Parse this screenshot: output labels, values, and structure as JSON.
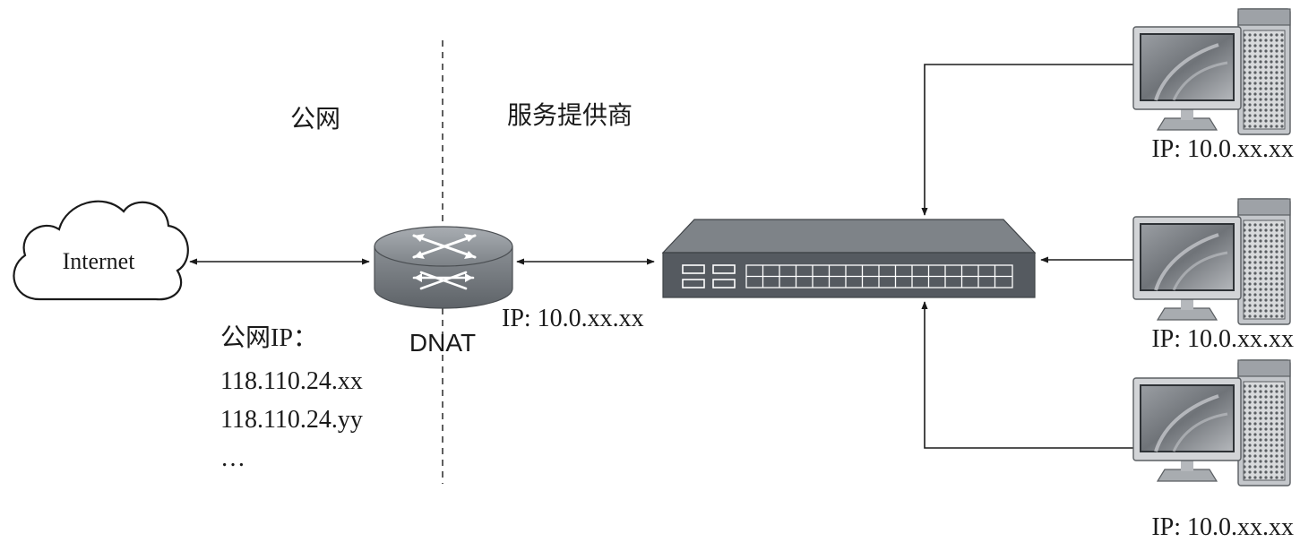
{
  "zones": {
    "public_label": "公网",
    "provider_label": "服务提供商"
  },
  "cloud": {
    "label": "Internet"
  },
  "public_ip": {
    "title": "公网IP：",
    "ips": [
      "118.110.24.xx",
      "118.110.24.yy",
      "…"
    ]
  },
  "router": {
    "label": "DNAT"
  },
  "router_ip": "IP: 10.0.xx.xx",
  "servers": [
    {
      "ip": "IP: 10.0.xx.xx"
    },
    {
      "ip": "IP: 10.0.xx.xx"
    },
    {
      "ip": "IP: 10.0.xx.xx"
    }
  ],
  "colors": {
    "line": "#1a1a1a",
    "device_dark": "#555a60",
    "device_mid": "#8e9399",
    "device_light": "#c4c7cb"
  }
}
